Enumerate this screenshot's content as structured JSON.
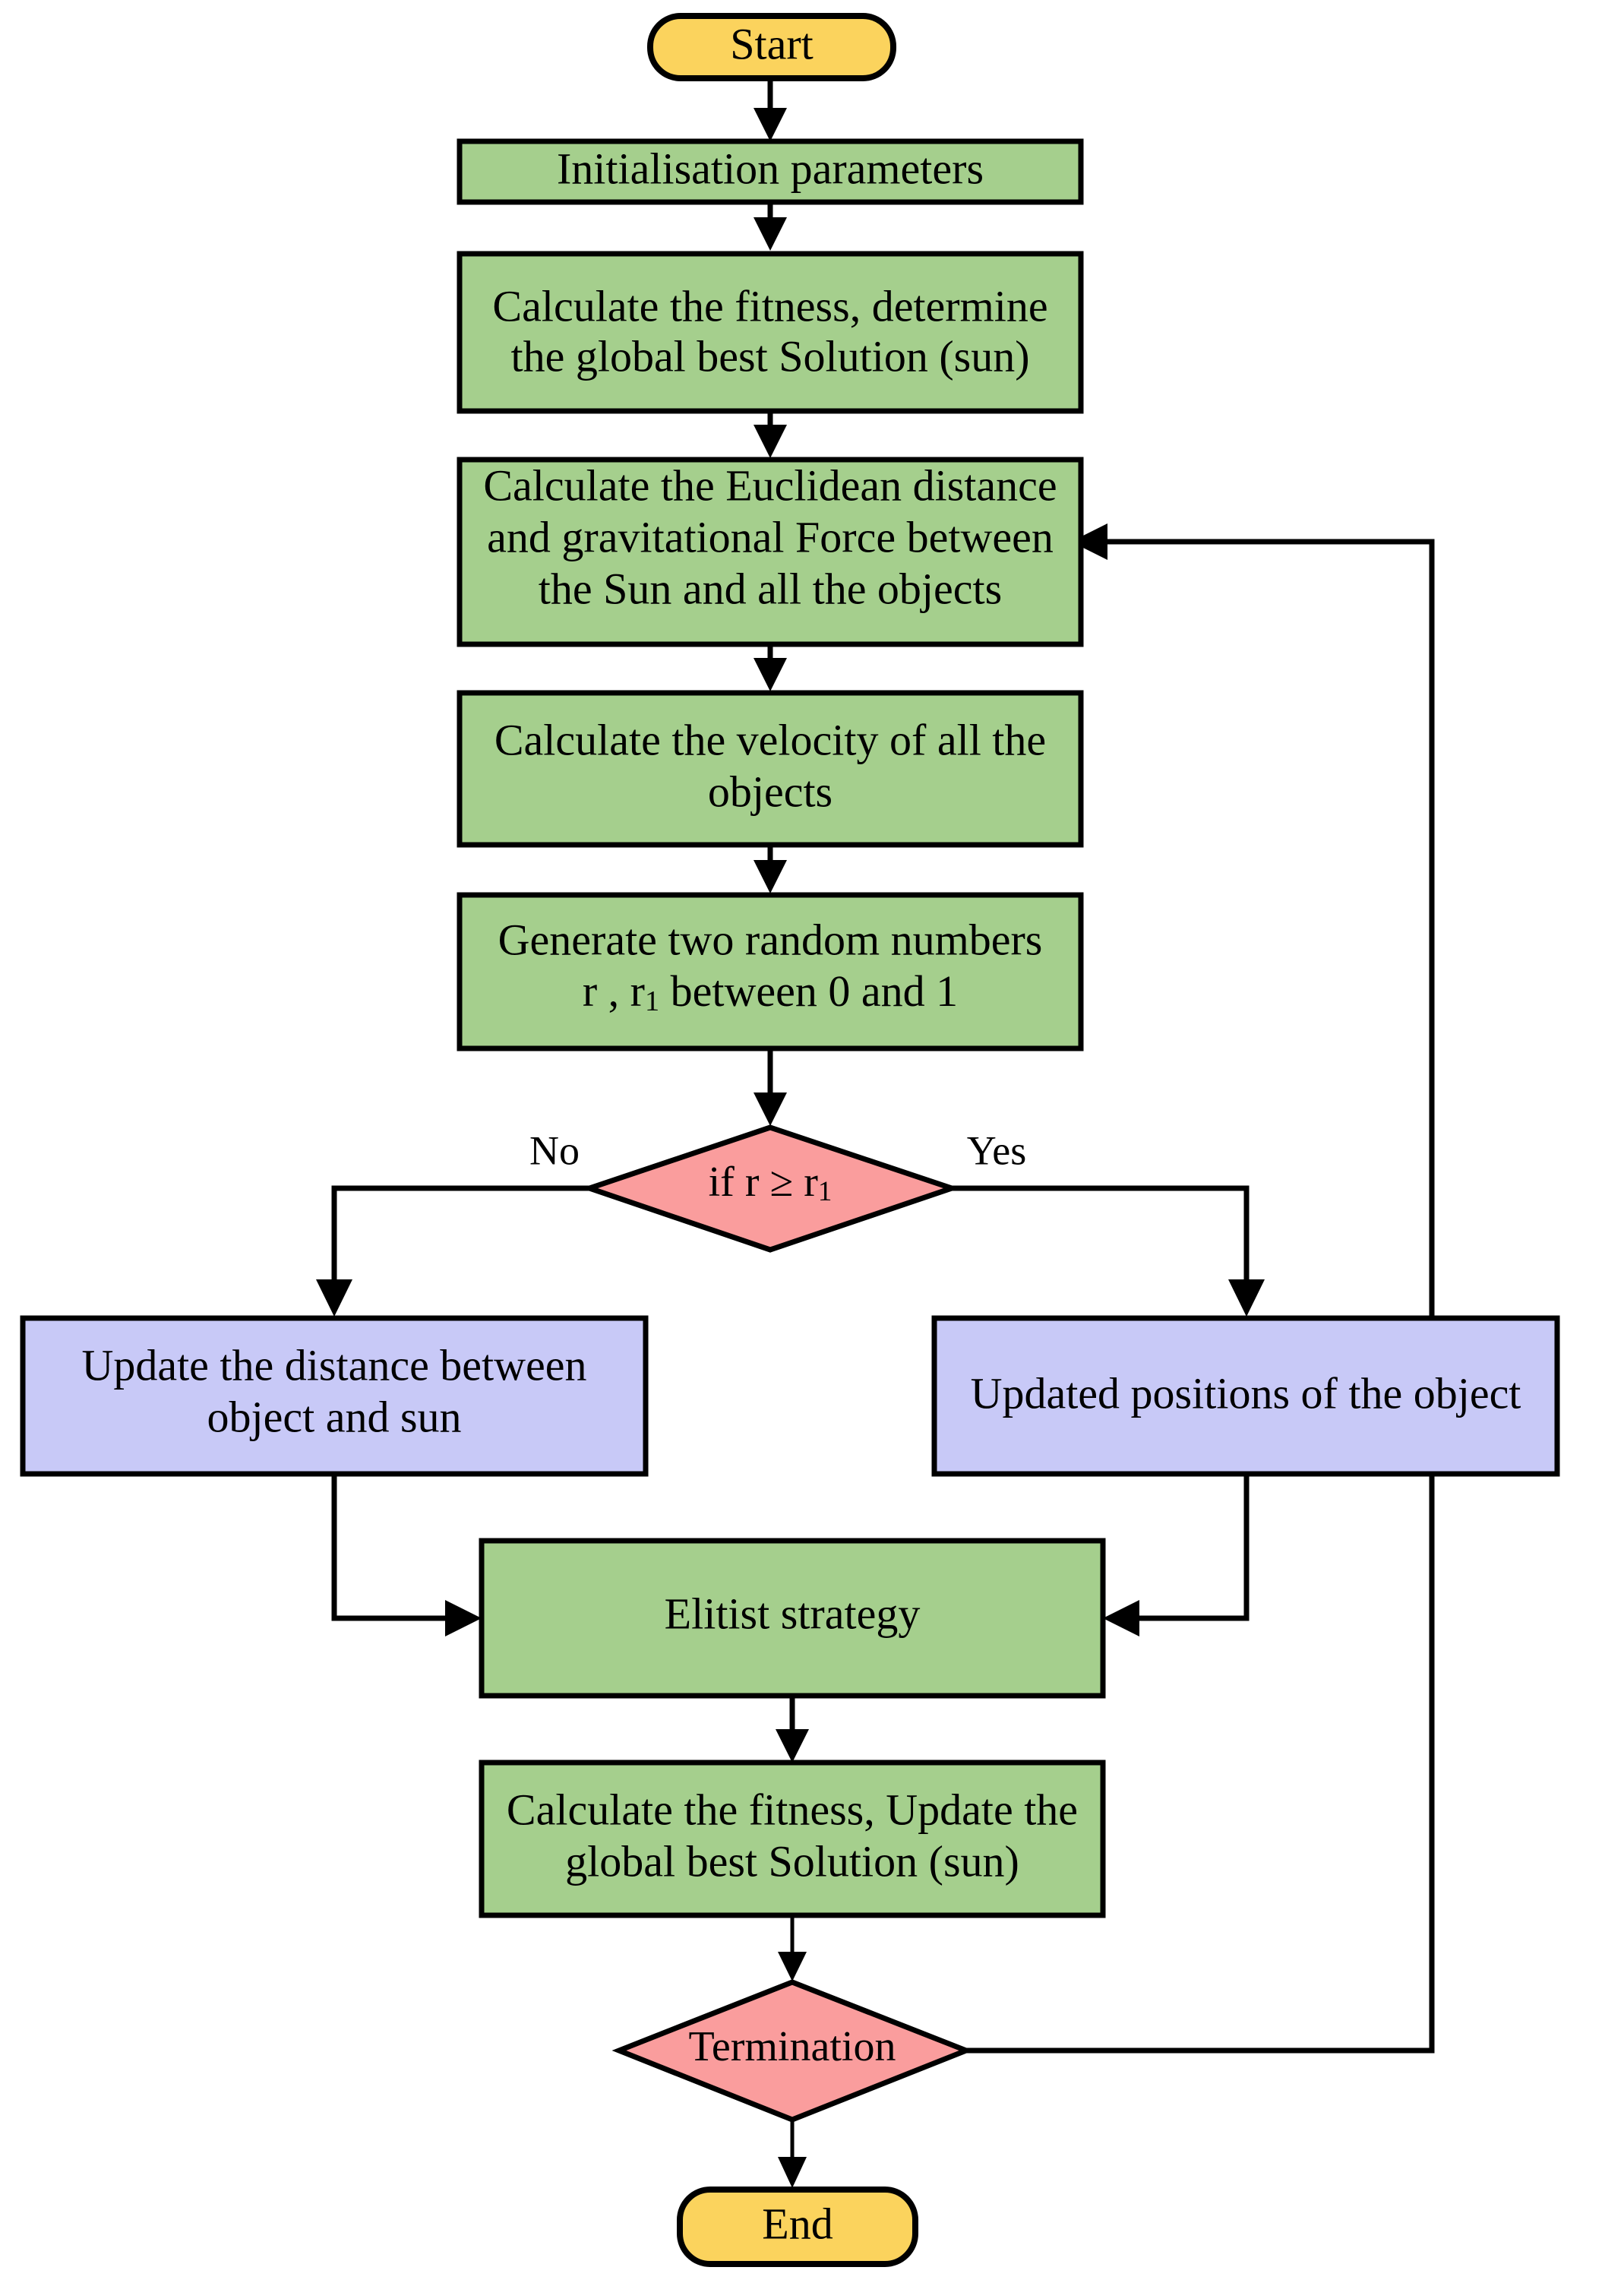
{
  "diagram": {
    "title": "Flowchart of the optimisation algorithm",
    "background_color": "#ffffff",
    "line_color": "#000000",
    "palette": {
      "terminal_fill": "#FBD35D",
      "process_fill": "#A5CF8D",
      "decision_fill": "#FA9D9D",
      "alternate_process_fill": "#C8C9F7",
      "stroke": "#000000",
      "text": "#000000"
    },
    "nodes": [
      {
        "id": "start",
        "type": "terminal",
        "shape": "rounded-rectangle",
        "fill": "#FBD35D",
        "lines": [
          "Start"
        ]
      },
      {
        "id": "init",
        "type": "process",
        "shape": "rectangle",
        "fill": "#A5CF8D",
        "lines": [
          "Initialisation parameters"
        ]
      },
      {
        "id": "fitness-global-best",
        "type": "process",
        "shape": "rectangle",
        "fill": "#A5CF8D",
        "lines": [
          "Calculate the fitness, determine",
          "the global best Solution (sun)"
        ]
      },
      {
        "id": "euclidean-force",
        "type": "process",
        "shape": "rectangle",
        "fill": "#A5CF8D",
        "lines": [
          "Calculate the Euclidean distance",
          "and gravitational Force between",
          "the Sun and all the objects"
        ]
      },
      {
        "id": "velocity",
        "type": "process",
        "shape": "rectangle",
        "fill": "#A5CF8D",
        "lines": [
          "Calculate the velocity of all the",
          "objects"
        ]
      },
      {
        "id": "random-numbers",
        "type": "process",
        "shape": "rectangle",
        "fill": "#A5CF8D",
        "lines": [
          "Generate two random numbers",
          "r , r1 between 0 and 1"
        ],
        "line2_parts": {
          "before": "r , r",
          "subscript": "1",
          "after": " between 0 and 1"
        }
      },
      {
        "id": "decision-r",
        "type": "decision",
        "shape": "diamond",
        "fill": "#FA9D9D",
        "lines": [
          "if r ≥ r1"
        ],
        "text_parts": {
          "before": "if r  ≥  r",
          "subscript": "1"
        }
      },
      {
        "id": "update-distance",
        "type": "process-alt",
        "shape": "rectangle",
        "fill": "#C8C9F7",
        "lines": [
          "Update the distance between",
          "object and sun"
        ]
      },
      {
        "id": "updated-positions",
        "type": "process-alt",
        "shape": "rectangle",
        "fill": "#C8C9F7",
        "lines": [
          "Updated positions of the object"
        ]
      },
      {
        "id": "elitist-strategy",
        "type": "process",
        "shape": "rectangle",
        "fill": "#A5CF8D",
        "lines": [
          "Elitist strategy"
        ]
      },
      {
        "id": "fitness-update-global-best",
        "type": "process",
        "shape": "rectangle",
        "fill": "#A5CF8D",
        "lines": [
          "Calculate the fitness, Update the",
          "global best Solution (sun)"
        ]
      },
      {
        "id": "termination",
        "type": "decision",
        "shape": "diamond",
        "fill": "#FA9D9D",
        "lines": [
          "Termination"
        ]
      },
      {
        "id": "end",
        "type": "terminal",
        "shape": "rounded-rectangle",
        "fill": "#FBD35D",
        "lines": [
          "End"
        ]
      }
    ],
    "edge_labels": {
      "no": "No",
      "yes": "Yes"
    },
    "text": {
      "start": "Start",
      "init": "Initialisation parameters",
      "fitness_l1": "Calculate the fitness, determine",
      "fitness_l2": "the global best Solution (sun)",
      "euclid_l1": "Calculate the Euclidean distance",
      "euclid_l2": "and gravitational Force between",
      "euclid_l3": "the Sun and all the objects",
      "velocity_l1": "Calculate the velocity of all the",
      "velocity_l2": "objects",
      "random_l1": "Generate two random numbers",
      "random_l2_a": "r , r",
      "random_l2_sub": "1",
      "random_l2_b": " between 0 and 1",
      "decision_a": "if r  ≥  r",
      "decision_sub": "1",
      "update_distance_l1": "Update the distance between",
      "update_distance_l2": "object and sun",
      "updated_positions": "Updated positions of the object",
      "elitist": "Elitist strategy",
      "fitness2_l1": "Calculate the fitness, Update the",
      "fitness2_l2": "global best Solution (sun)",
      "termination": "Termination",
      "end": "End",
      "label_no": "No",
      "label_yes": "Yes"
    }
  }
}
